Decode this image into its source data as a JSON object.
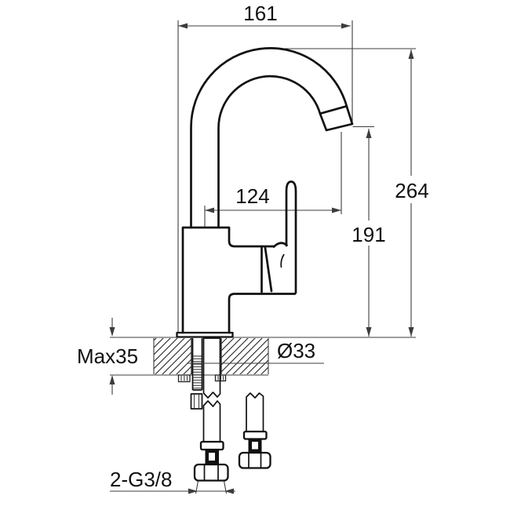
{
  "drawing": {
    "type": "technical-dimension-drawing",
    "subject": "single-lever basin mixer faucet, side view with mounting cross-section",
    "labels": {
      "spout_width": "161",
      "overall_height": "264",
      "outlet_height": "191",
      "spout_projection": "124",
      "max_mounting_thickness": "Max35",
      "hole_diameter": "Ø33",
      "supply_connection": "2-G3/8"
    },
    "colors": {
      "outline": "#111111",
      "dimension_lines": "#3c3c3c",
      "background": "#ffffff"
    }
  }
}
